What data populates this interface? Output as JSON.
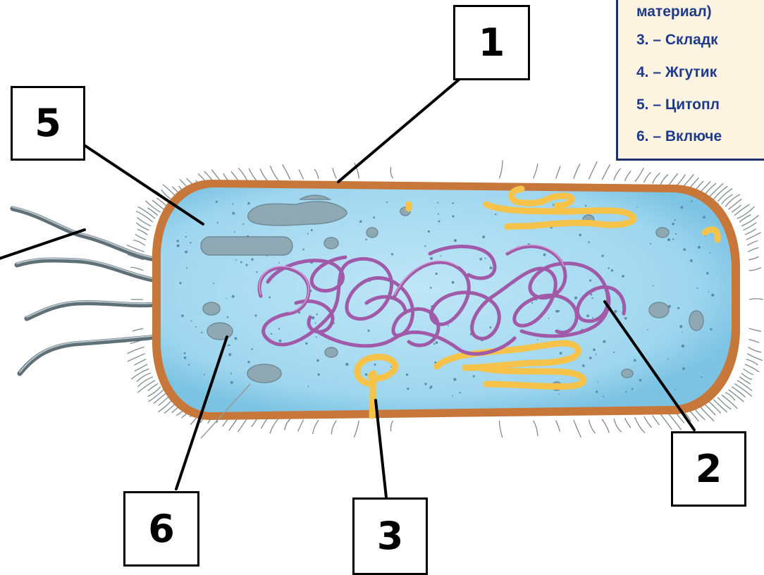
{
  "legend": {
    "lines": [
      "материал)",
      "3. – Складк",
      "4. – Жгутик",
      "5. – Цитопл",
      "6. – Включе"
    ]
  },
  "labels": {
    "l1": "1",
    "l2": "2",
    "l3": "3",
    "l5": "5",
    "l6": "6"
  },
  "colors": {
    "cytoplasm": "#a8dcf2",
    "cell_wall": "#c8773a",
    "nucleoid": "#a05aa8",
    "mesosome": "#f5c24a",
    "flagella": "#6e7f86",
    "legend_bg": "#fdf3e1",
    "legend_text": "#1e3b8a"
  }
}
